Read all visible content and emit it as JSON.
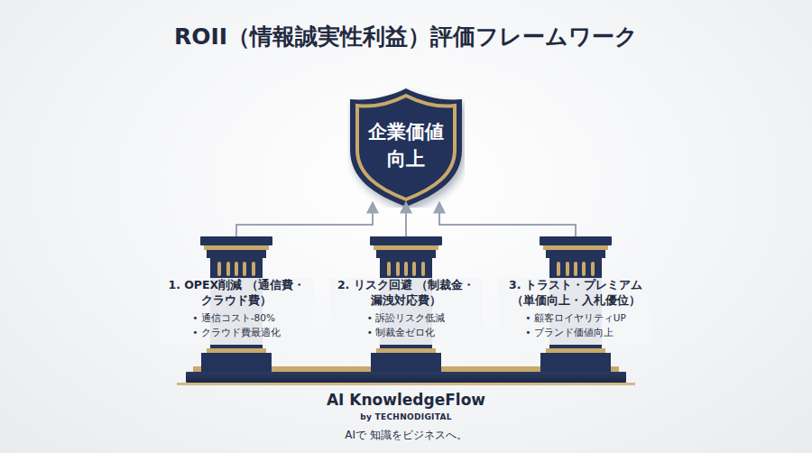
{
  "diagram": {
    "title": "ROII（情報誠実性利益）評価フレームワーク",
    "nodes": [
      {
        "text": [
          "企業価値 向上"
        ]
      },
      {
        "text": [
          "1. OPEX削減 （通信費・クラウド費）",
          "• 通信コスト-80%",
          "• クラウド費最適化"
        ]
      },
      {
        "text": [
          "2. リスク回避 （制裁金・漏洩対応費）",
          "• 訴訟リスク低減",
          "• 制裁金ゼロ化"
        ]
      },
      {
        "text": [
          "3. トラスト・プレミアム （単価向上・入札優位）",
          "• 顧客ロイヤリティUP",
          "• ブランド価値向上"
        ]
      }
    ],
    "edges": [
      {
        "from": 1,
        "to": 0,
        "arrow": "to"
      },
      {
        "from": 2,
        "to": 0,
        "arrow": "to"
      },
      {
        "from": 3,
        "to": 0,
        "arrow": "to"
      }
    ],
    "labels": [
      "AI KnowledgeFlow",
      "by TECHNODIGITAL",
      "AIで 知識をビジネスへ。"
    ]
  }
}
